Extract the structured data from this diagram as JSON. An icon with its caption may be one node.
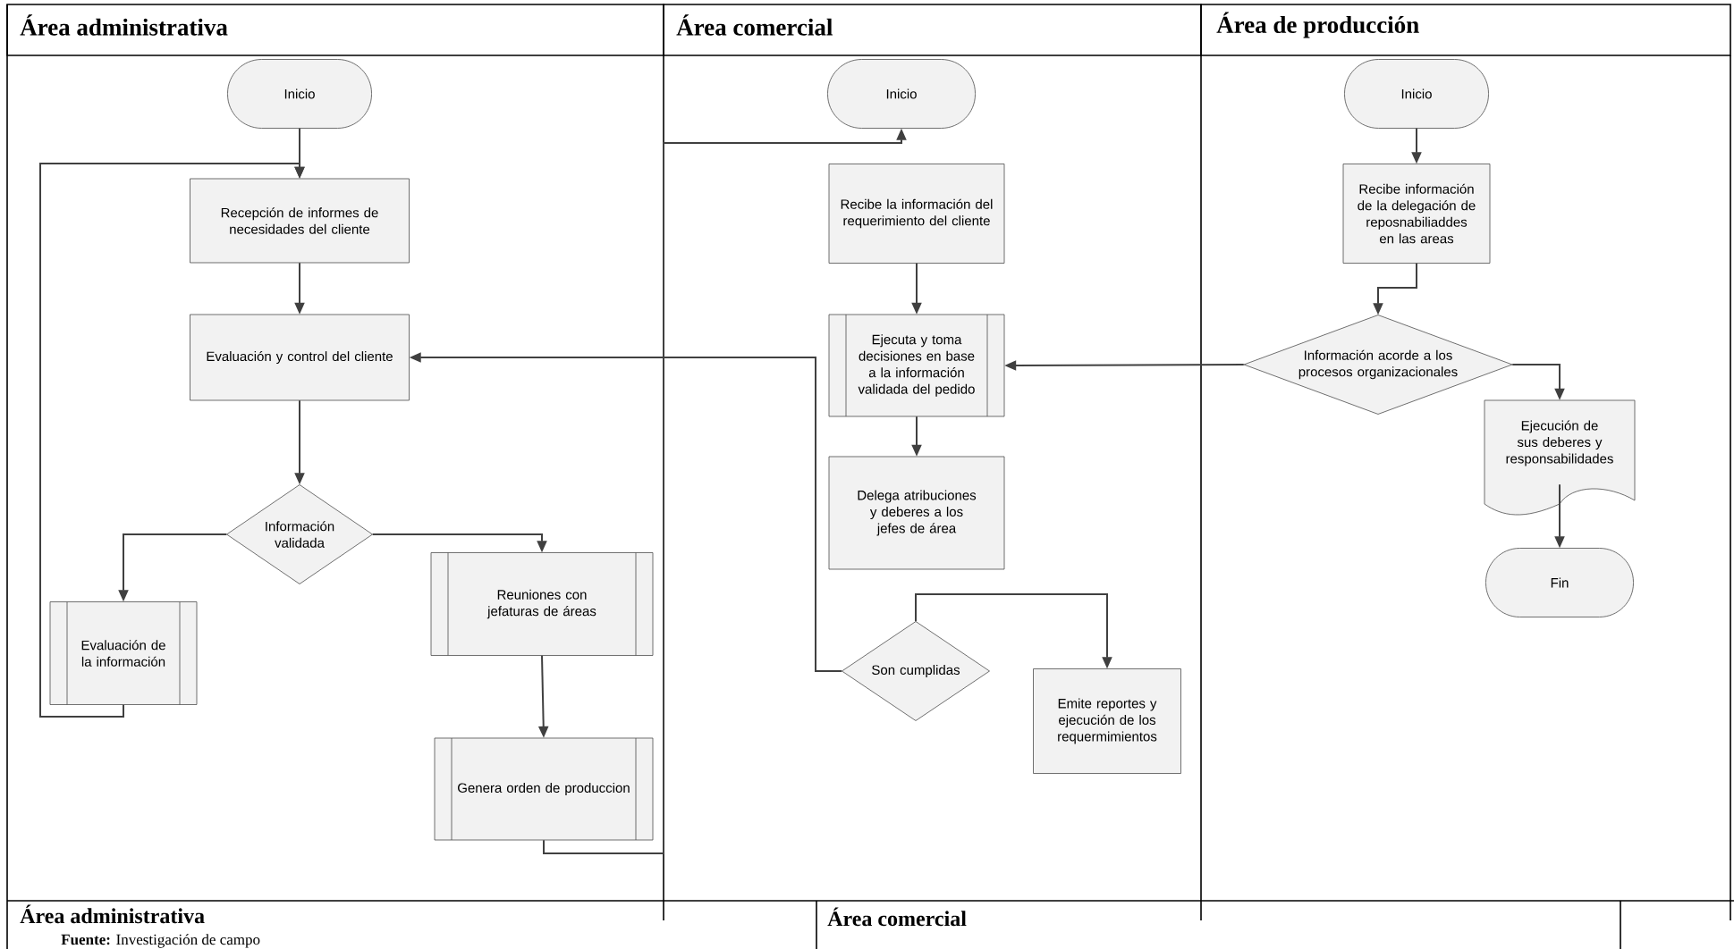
{
  "diagram": {
    "nodes": [
      {
        "text": [
          "Área administrativa"
        ]
      },
      {
        "text": [
          "Inicio"
        ],
        "in": 0
      },
      {
        "text": [
          "Recepción de informes de necesidades del cliente"
        ],
        "in": 0
      },
      {
        "text": [
          "Evaluación y control del cliente"
        ],
        "in": 0
      },
      {
        "text": [
          "Información validada"
        ],
        "in": 0
      },
      {
        "text": [
          "Evaluación de la información"
        ],
        "in": 0
      },
      {
        "text": [
          "Reuniones con jefaturas de áreas"
        ],
        "in": 0
      },
      {
        "text": [
          "Genera orden de produccion"
        ],
        "in": 0
      },
      {
        "text": [
          "Área comercial"
        ]
      },
      {
        "text": [
          "Inicio"
        ],
        "in": 8
      },
      {
        "text": [
          "Recibe la información del requerimiento del cliente"
        ],
        "in": 8
      },
      {
        "text": [
          "Ejecuta y toma decisiones en base a la información validada del pedido"
        ],
        "in": 8
      },
      {
        "text": [
          "Delega atribuciones y deberes a los jefes de área"
        ],
        "in": 8
      },
      {
        "text": [
          "Son cumplidas"
        ],
        "in": 8
      },
      {
        "text": [
          "Emite reportes y ejecución de los requermimientos"
        ],
        "in": 8
      },
      {
        "text": [
          "Área de producción"
        ]
      },
      {
        "text": [
          "Inicio"
        ],
        "in": 15
      },
      {
        "text": [
          "Recibe información de la delegación de reposnabiliaddes en las areas"
        ],
        "in": 15
      },
      {
        "text": [
          "Información acorde a los procesos organizacionales"
        ],
        "in": 15
      },
      {
        "text": [
          "Ejecución de sus deberes y responsabilidades"
        ],
        "in": 15
      },
      {
        "text": [
          "Fin"
        ],
        "in": 15
      }
    ],
    "edges": [
      {
        "from": 1,
        "to": 2,
        "arrow": "to"
      },
      {
        "from": 2,
        "to": 3,
        "arrow": "to"
      },
      {
        "from": 3,
        "to": 4,
        "arrow": "to"
      },
      {
        "from": 4,
        "to": 5,
        "arrow": "to"
      },
      {
        "from": 4,
        "to": 6,
        "arrow": "to"
      },
      {
        "from": 5,
        "to": 2,
        "arrow": "to"
      },
      {
        "from": 6,
        "to": 7,
        "arrow": "to"
      },
      {
        "from": 7,
        "to": 9,
        "arrow": "to"
      },
      {
        "from": 13,
        "to": 3,
        "arrow": "to"
      },
      {
        "from": 13,
        "to": 14,
        "arrow": "to"
      },
      {
        "from": 10,
        "to": 11,
        "arrow": "to"
      },
      {
        "from": 11,
        "to": 12,
        "arrow": "to"
      },
      {
        "from": 18,
        "to": 11,
        "arrow": "to"
      },
      {
        "from": 16,
        "to": 17,
        "arrow": "to"
      },
      {
        "from": 17,
        "to": 18,
        "arrow": "to"
      },
      {
        "from": 18,
        "to": 19,
        "arrow": "to"
      },
      {
        "from": 19,
        "to": 20,
        "arrow": "to"
      }
    ],
    "labels": [
      "Área administrativa",
      "Área comercial",
      "**Fuente:** Investigación de campo"
    ]
  }
}
